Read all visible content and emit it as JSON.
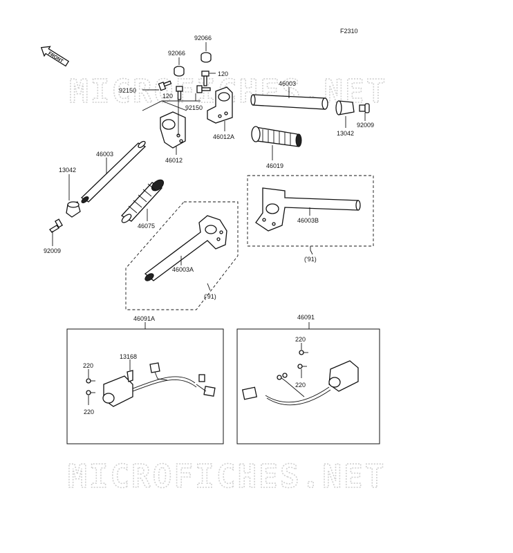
{
  "figure_code": "F2310",
  "front_arrow": {
    "label": "FRONT"
  },
  "watermark": "MICROFICHES.NET",
  "parts": [
    {
      "number": "92066"
    },
    {
      "number": "92066"
    },
    {
      "number": "120"
    },
    {
      "number": "92150"
    },
    {
      "number": "120"
    },
    {
      "number": "92150"
    },
    {
      "number": "46003"
    },
    {
      "number": "13042"
    },
    {
      "number": "92009"
    },
    {
      "number": "46012A"
    },
    {
      "number": "46012"
    },
    {
      "number": "46019"
    },
    {
      "number": "46003"
    },
    {
      "number": "13042"
    },
    {
      "number": "92009"
    },
    {
      "number": "46075"
    },
    {
      "number": "46003B"
    },
    {
      "number": "('91)"
    },
    {
      "number": "46003A"
    },
    {
      "number": "('91)"
    },
    {
      "number": "46091A"
    },
    {
      "number": "46091"
    },
    {
      "number": "13168"
    },
    {
      "number": "220"
    },
    {
      "number": "220"
    },
    {
      "number": "220"
    },
    {
      "number": "220"
    }
  ]
}
